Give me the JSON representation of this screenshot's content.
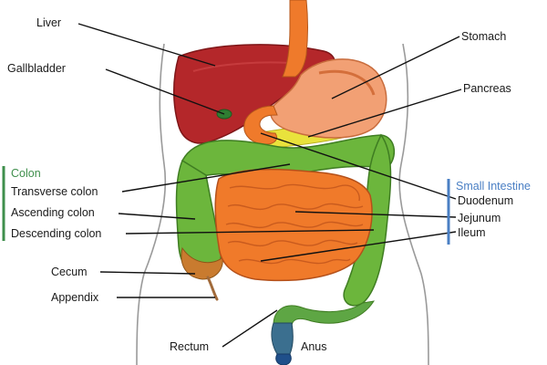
{
  "labels": {
    "liver": "Liver",
    "gallbladder": "Gallbladder",
    "stomach": "Stomach",
    "pancreas": "Pancreas",
    "colon_group": "Colon",
    "transverse_colon": "Transverse colon",
    "ascending_colon": "Ascending colon",
    "descending_colon": "Descending colon",
    "cecum": "Cecum",
    "appendix": "Appendix",
    "rectum": "Rectum",
    "anus": "Anus",
    "small_intestine_group": "Small Intestine",
    "duodenum": "Duodenum",
    "jejunum": "Jejunum",
    "ileum": "Ileum"
  },
  "colors": {
    "liver": "#b4272a",
    "stomach": "#f2a074",
    "esophagus": "#ef7a2b",
    "pancreas": "#e9e23c",
    "colon": "#6cb63c",
    "small_intestine": "#f07a2a",
    "rectum": "#3b6f8f",
    "anus": "#1f4f8a",
    "gallbladder": "#2f7d32",
    "colon_bracket": "#3f8f4c",
    "small_intestine_bracket": "#4a7fc4"
  }
}
